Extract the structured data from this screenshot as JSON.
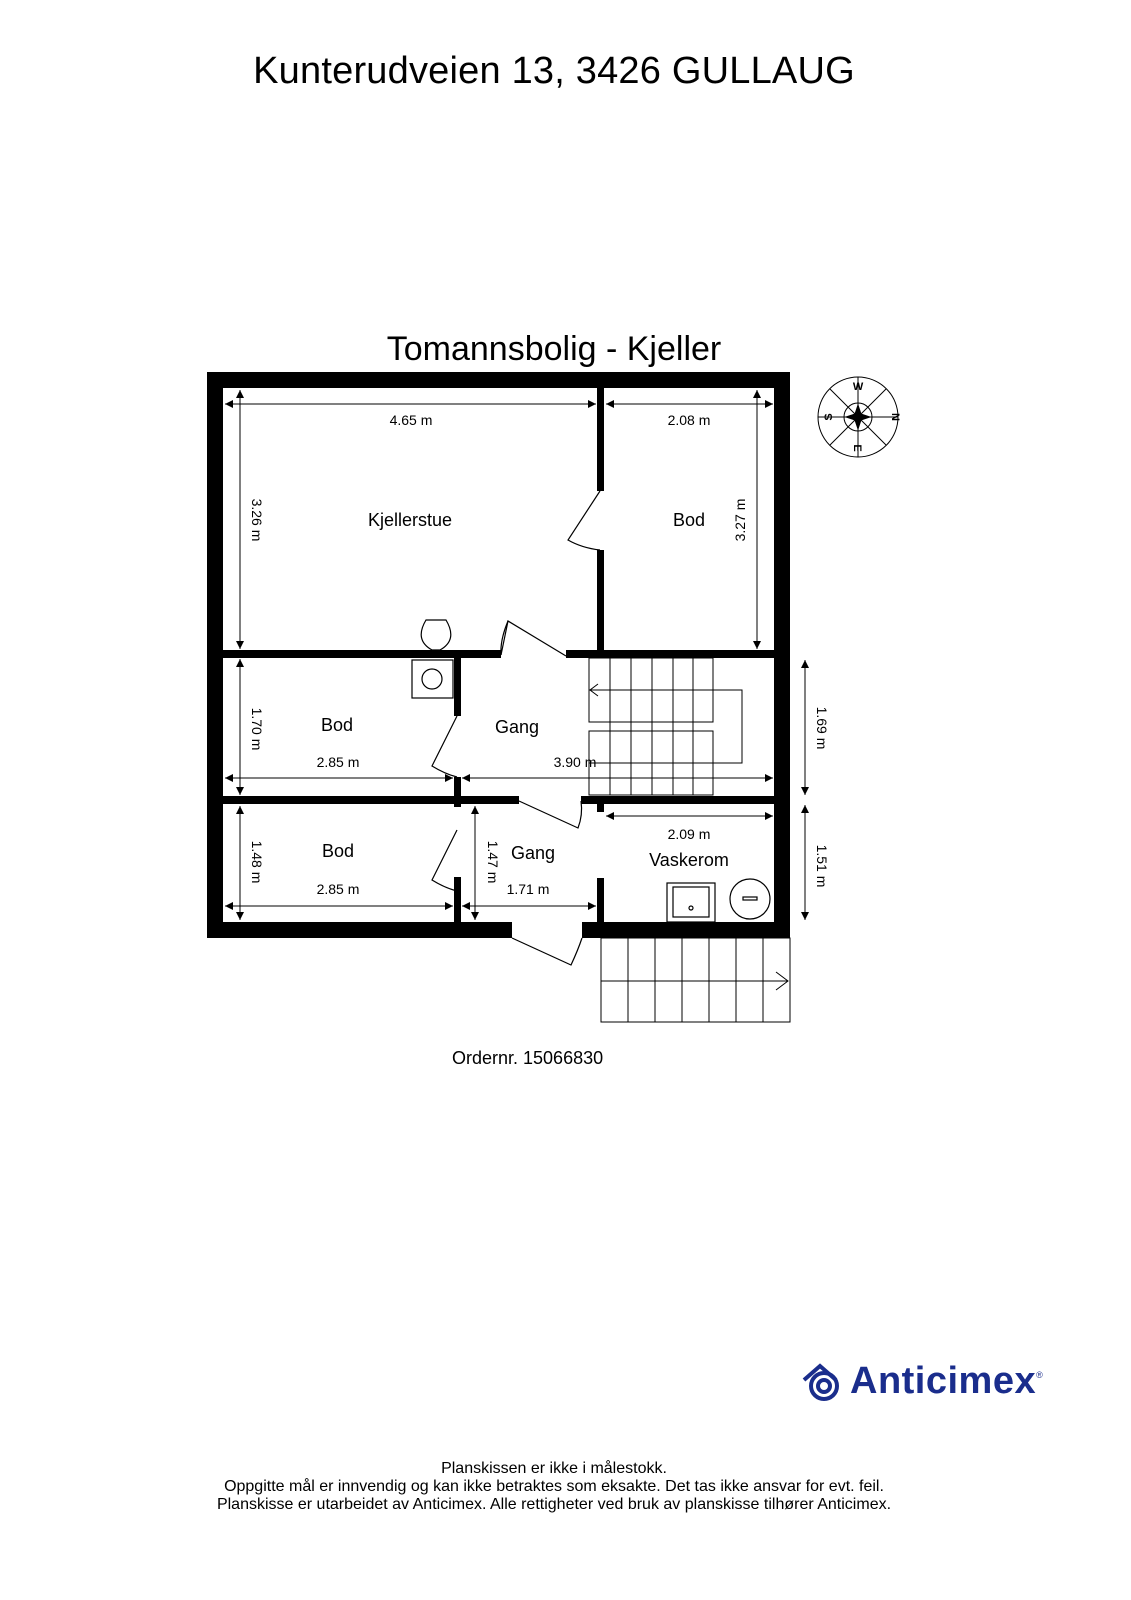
{
  "header": {
    "address": "Kunterudveien 13, 3426 GULLAUG"
  },
  "plan": {
    "title": "Tomannsbolig  - Kjeller",
    "rooms": [
      {
        "name": "Kjellerstue",
        "width": "4.65 m",
        "height": "3.26 m"
      },
      {
        "name": "Bod",
        "width": "2.08 m",
        "height": "3.27 m"
      },
      {
        "name": "Bod",
        "width": "2.85 m",
        "height": "1.70 m"
      },
      {
        "name": "Gang",
        "width": "3.90 m",
        "height": "1.69 m"
      },
      {
        "name": "Bod",
        "width": "2.85 m",
        "height": "1.48 m"
      },
      {
        "name": "Gang",
        "width": "1.71 m",
        "height": "1.47 m"
      },
      {
        "name": "Vaskerom",
        "width": "2.09 m",
        "height": "1.51 m"
      }
    ],
    "compass": {
      "n": "N",
      "s": "S",
      "e": "E",
      "w": "W"
    }
  },
  "order": "Ordernr. 15066830",
  "brand": {
    "name": "Anticimex",
    "registered": "®",
    "color": "#1a2d8c"
  },
  "footer": {
    "line1": "Planskissen er ikke i målestokk.",
    "line2": "Oppgitte mål er innvendig og kan ikke betraktes som eksakte. Det tas ikke ansvar for evt. feil.",
    "line3": "Planskisse er utarbeidet av Anticimex. Alle rettigheter ved bruk av planskisse tilhører Anticimex."
  }
}
